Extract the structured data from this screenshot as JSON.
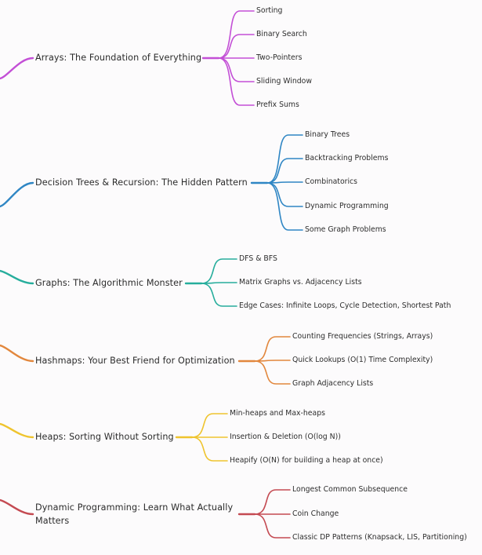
{
  "mindmap": {
    "topics": [
      {
        "label": "Arrays: The Foundation of Everything",
        "color": "#c34fd6",
        "children": [
          "Sorting",
          "Binary Search",
          "Two-Pointers",
          "Sliding Window",
          "Prefix Sums"
        ]
      },
      {
        "label": "Decision Trees & Recursion: The Hidden Pattern",
        "color": "#2f86c4",
        "children": [
          "Binary Trees",
          "Backtracking Problems",
          "Combinatorics",
          "Dynamic Programming",
          "Some Graph Problems"
        ]
      },
      {
        "label": "Graphs: The Algorithmic Monster",
        "color": "#26ad9c",
        "children": [
          "DFS & BFS",
          "Matrix Graphs vs. Adjacency Lists",
          "Edge Cases: Infinite Loops, Cycle Detection, Shortest Path"
        ]
      },
      {
        "label": "Hashmaps: Your Best Friend for Optimization",
        "color": "#e2873d",
        "children": [
          "Counting Frequencies (Strings, Arrays)",
          "Quick Lookups (O(1) Time Complexity)",
          "Graph Adjacency Lists"
        ]
      },
      {
        "label": "Heaps: Sorting Without Sorting",
        "color": "#efc42e",
        "children": [
          "Min-heaps and Max-heaps",
          "Insertion & Deletion (O(log N))",
          "Heapify (O(N) for building a heap at once)"
        ]
      },
      {
        "label": "Dynamic Programming: Learn What Actually Matters",
        "color": "#c44a52",
        "children": [
          "Longest Common Subsequence",
          "Coin Change",
          "Classic DP Patterns (Knapsack, LIS, Partitioning)"
        ]
      }
    ]
  }
}
